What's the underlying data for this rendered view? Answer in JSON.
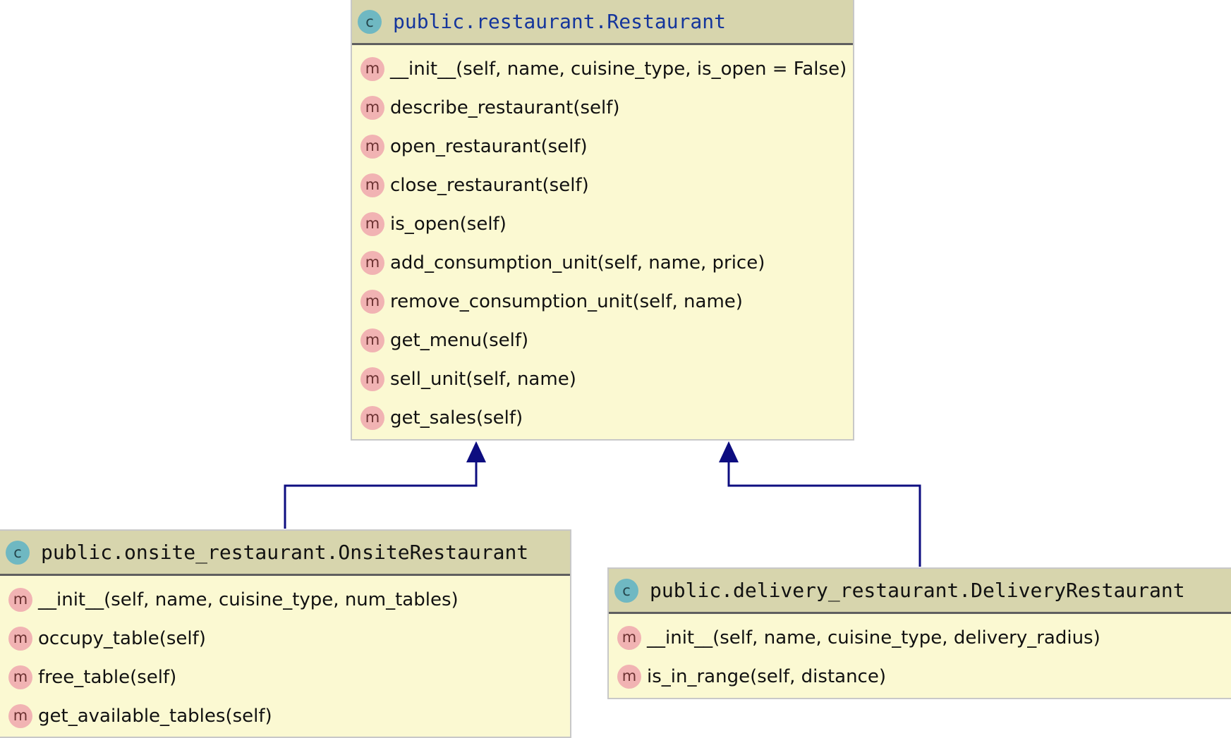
{
  "classes": [
    {
      "name": "public.restaurant.Restaurant",
      "icon_letter": "c",
      "methods": [
        {
          "icon_letter": "m",
          "signature": "__init__(self, name, cuisine_type, is_open = False)"
        },
        {
          "icon_letter": "m",
          "signature": "describe_restaurant(self)"
        },
        {
          "icon_letter": "m",
          "signature": "open_restaurant(self)"
        },
        {
          "icon_letter": "m",
          "signature": "close_restaurant(self)"
        },
        {
          "icon_letter": "m",
          "signature": "is_open(self)"
        },
        {
          "icon_letter": "m",
          "signature": "add_consumption_unit(self, name, price)"
        },
        {
          "icon_letter": "m",
          "signature": "remove_consumption_unit(self, name)"
        },
        {
          "icon_letter": "m",
          "signature": "get_menu(self)"
        },
        {
          "icon_letter": "m",
          "signature": "sell_unit(self, name)"
        },
        {
          "icon_letter": "m",
          "signature": "get_sales(self)"
        }
      ]
    },
    {
      "name": "public.onsite_restaurant.OnsiteRestaurant",
      "icon_letter": "c",
      "methods": [
        {
          "icon_letter": "m",
          "signature": "__init__(self, name, cuisine_type, num_tables)"
        },
        {
          "icon_letter": "m",
          "signature": "occupy_table(self)"
        },
        {
          "icon_letter": "m",
          "signature": "free_table(self)"
        },
        {
          "icon_letter": "m",
          "signature": "get_available_tables(self)"
        }
      ]
    },
    {
      "name": "public.delivery_restaurant.DeliveryRestaurant",
      "icon_letter": "c",
      "methods": [
        {
          "icon_letter": "m",
          "signature": "__init__(self, name, cuisine_type, delivery_radius)"
        },
        {
          "icon_letter": "m",
          "signature": "is_in_range(self, distance)"
        }
      ]
    }
  ],
  "inheritance": [
    {
      "child": "public.onsite_restaurant.OnsiteRestaurant",
      "parent": "public.restaurant.Restaurant"
    },
    {
      "child": "public.delivery_restaurant.DeliveryRestaurant",
      "parent": "public.restaurant.Restaurant"
    }
  ],
  "colors": {
    "class_body": "#fbf9d2",
    "class_header": "#d7d5ad",
    "selected_class_title": "#14359c",
    "class_icon": "#6fb8c2",
    "method_icon": "#f1b3b3",
    "inheritance_arrow": "#0d0d80"
  }
}
